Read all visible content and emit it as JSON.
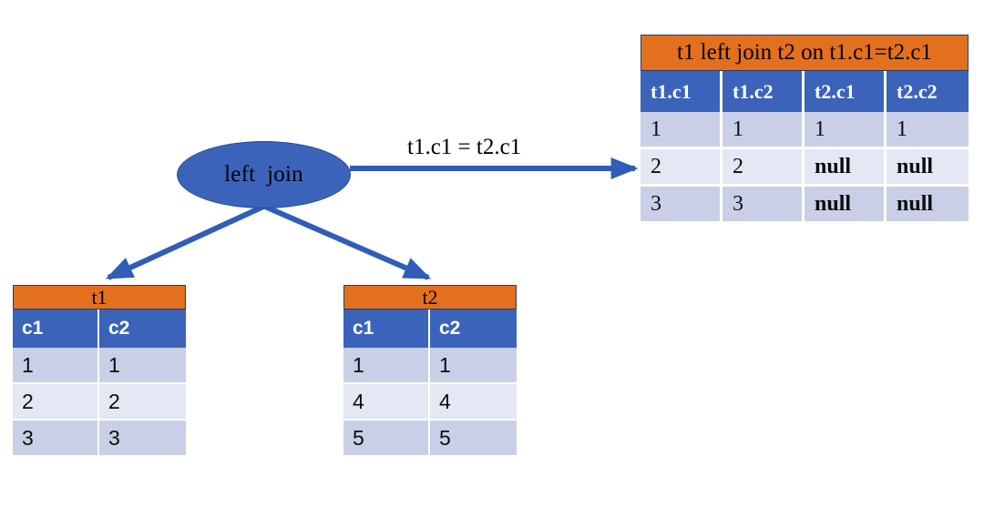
{
  "diagram": {
    "node": {
      "label": "left  join",
      "fill": "#3B63BA",
      "text_color": "#000000"
    },
    "edge_label": "t1.c1 = t2.c1",
    "connector_color": "#2F5DB8"
  },
  "colors": {
    "title_orange": "#E2701F",
    "header_blue": "#3B63BA",
    "row_dark": "#C9CFE6",
    "row_light": "#E4E7F4",
    "null_red": "#FF0000"
  },
  "tables": {
    "t1": {
      "title": "t1",
      "columns": [
        "c1",
        "c2"
      ],
      "rows": [
        [
          "1",
          "1"
        ],
        [
          "2",
          "2"
        ],
        [
          "3",
          "3"
        ]
      ]
    },
    "t2": {
      "title": "t2",
      "columns": [
        "c1",
        "c2"
      ],
      "rows": [
        [
          "1",
          "1"
        ],
        [
          "4",
          "4"
        ],
        [
          "5",
          "5"
        ]
      ]
    },
    "result": {
      "title": "t1 left join t2 on t1.c1=t2.c1",
      "columns": [
        "t1.c1",
        "t1.c2",
        "t2.c1",
        "t2.c2"
      ],
      "rows": [
        [
          "1",
          "1",
          "1",
          "1"
        ],
        [
          "2",
          "2",
          "null",
          "null"
        ],
        [
          "3",
          "3",
          "null",
          "null"
        ]
      ]
    }
  }
}
